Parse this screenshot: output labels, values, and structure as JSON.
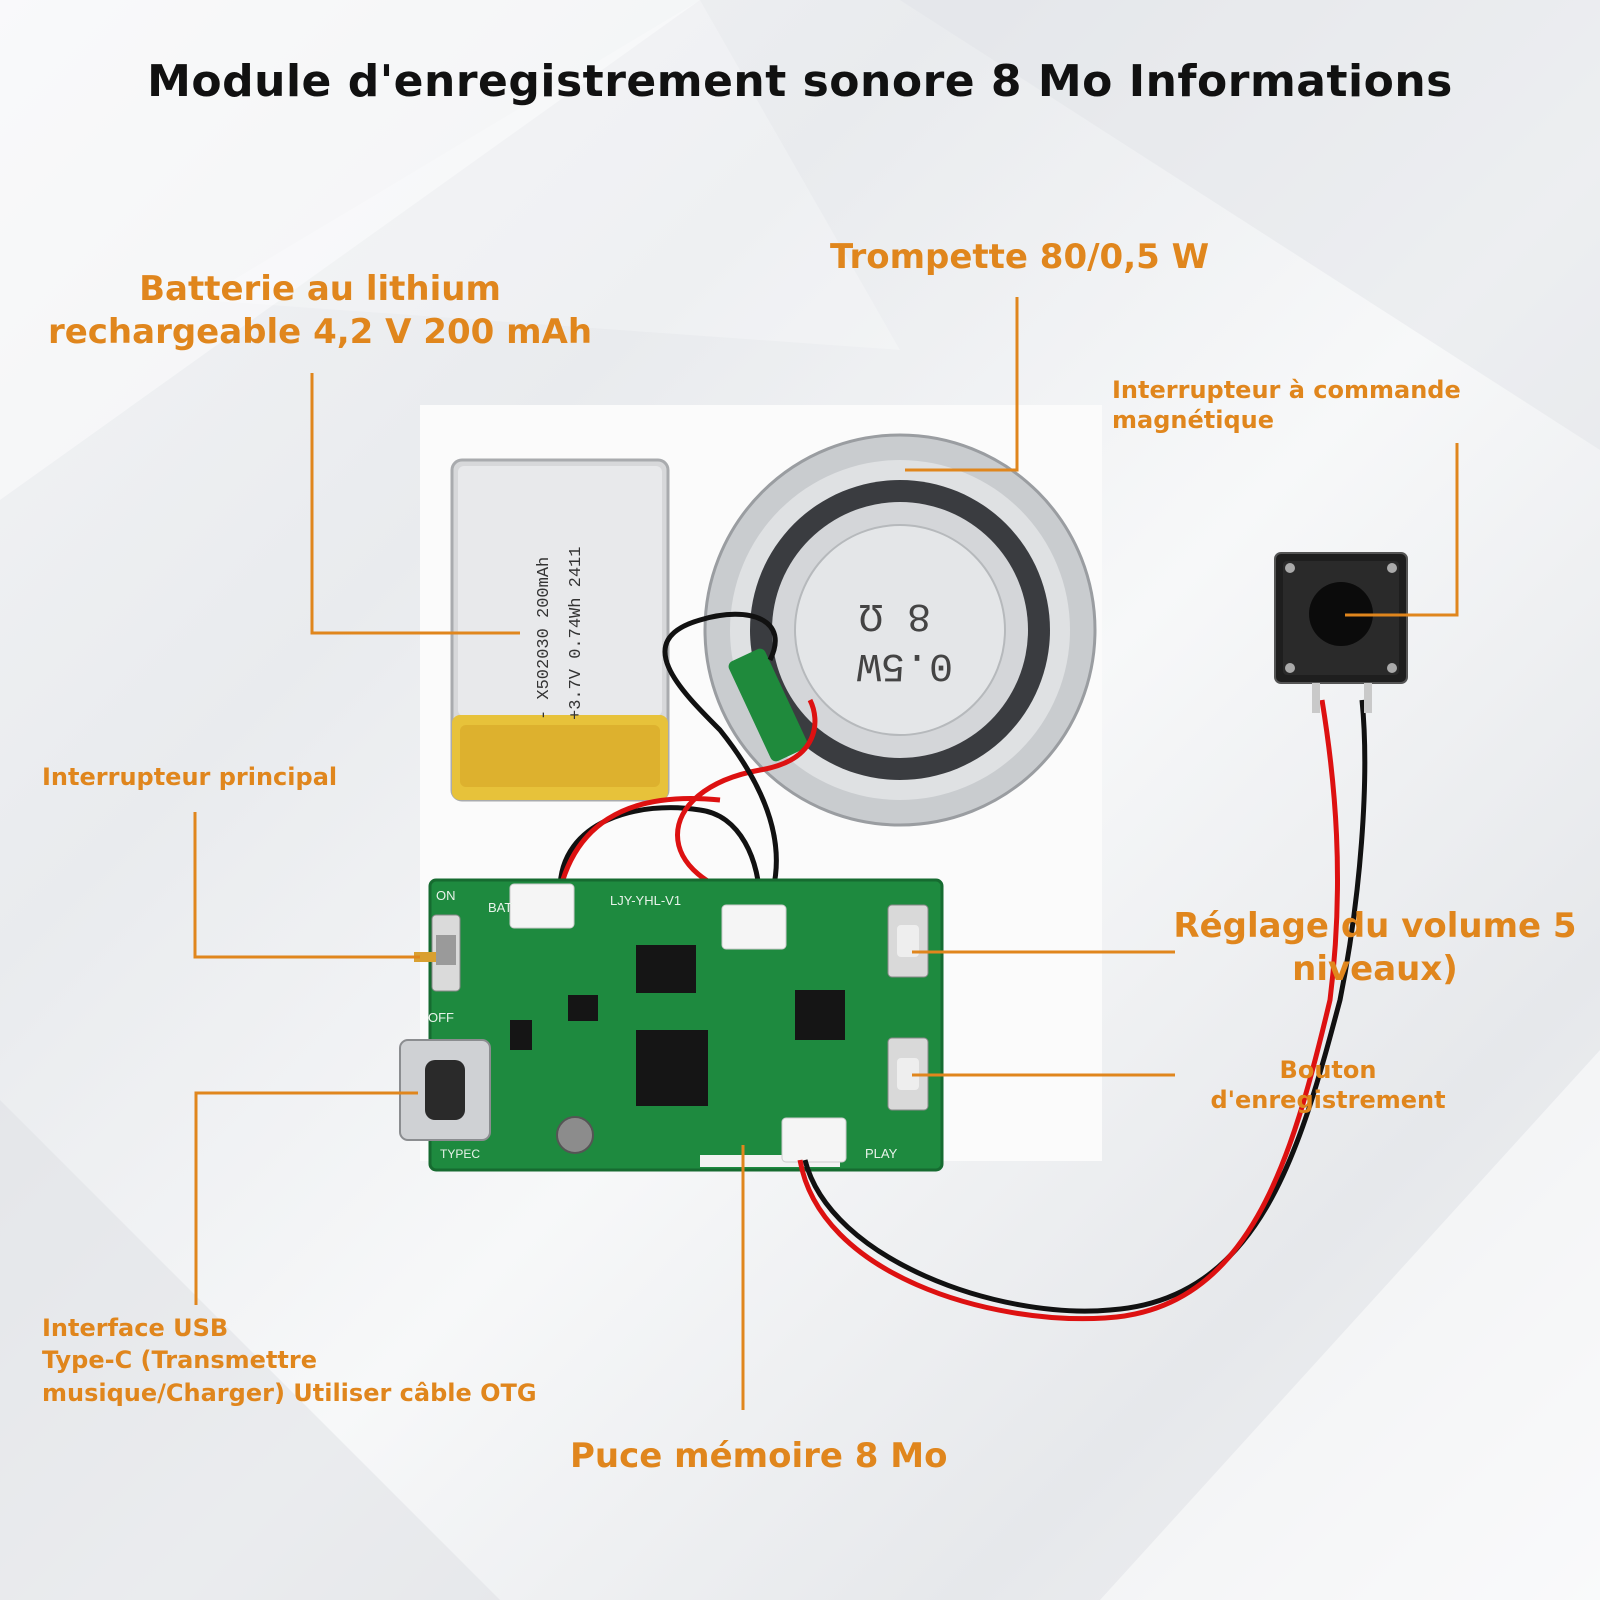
{
  "title": "Module d'enregistrement sonore 8 Mo Informations",
  "accent_color": "#e0861d",
  "labels": {
    "battery_line1": "Batterie au lithium",
    "battery_line2": "rechargeable 4,2 V 200 mAh",
    "speaker": "Trompette 80/0,5 W",
    "magnetic_switch": "Interrupteur à commande magnétique",
    "main_switch": "Interrupteur principal",
    "volume_line1": "Réglage du volume 5",
    "volume_line2": "niveaux)",
    "record_line1": "Bouton",
    "record_line2": "d'enregistrement",
    "usb_line1": "Interface USB",
    "usb_line2": "Type-C (Transmettre",
    "usb_line3": "musique/Charger) Utiliser câble OTG",
    "memory": "Puce mémoire 8 Mo"
  },
  "component_markings": {
    "battery_text1": "- X502030  200mAh",
    "battery_text2": "+3.7V 0.74Wh 2411",
    "speaker_text1": "8 Ω",
    "speaker_text2": "0.5W",
    "pcb_name": "LJY-YHL-V1",
    "pcb_on": "ON",
    "pcb_off": "OFF",
    "pcb_bat": "BAT",
    "pcb_play": "PLAY",
    "pcb_typec": "TYPEC"
  }
}
